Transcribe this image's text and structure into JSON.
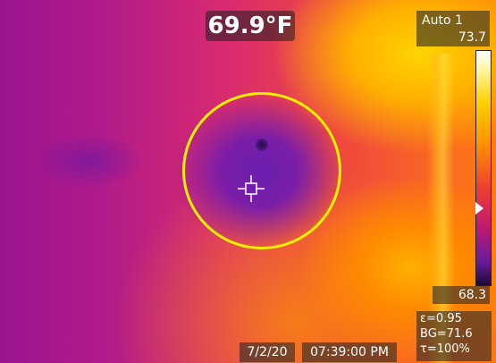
{
  "measurement": {
    "spot_temperature": "69.9°F"
  },
  "scale": {
    "mode": "Auto 1",
    "max": "73.7",
    "min": "68.3",
    "palette": [
      "#ffffff",
      "#ffd000",
      "#ff9000",
      "#f04030",
      "#c01a70",
      "#6a1a9a",
      "#1a0a3a"
    ]
  },
  "parameters": {
    "emissivity": "ε=0.95",
    "background": "BG=71.6",
    "transmission": "τ=100%"
  },
  "timestamp": {
    "date": "7/2/20",
    "time": "07:39:00 PM"
  },
  "colors": {
    "roi_circle": "#f2f200",
    "crosshair": "#ffffff"
  }
}
